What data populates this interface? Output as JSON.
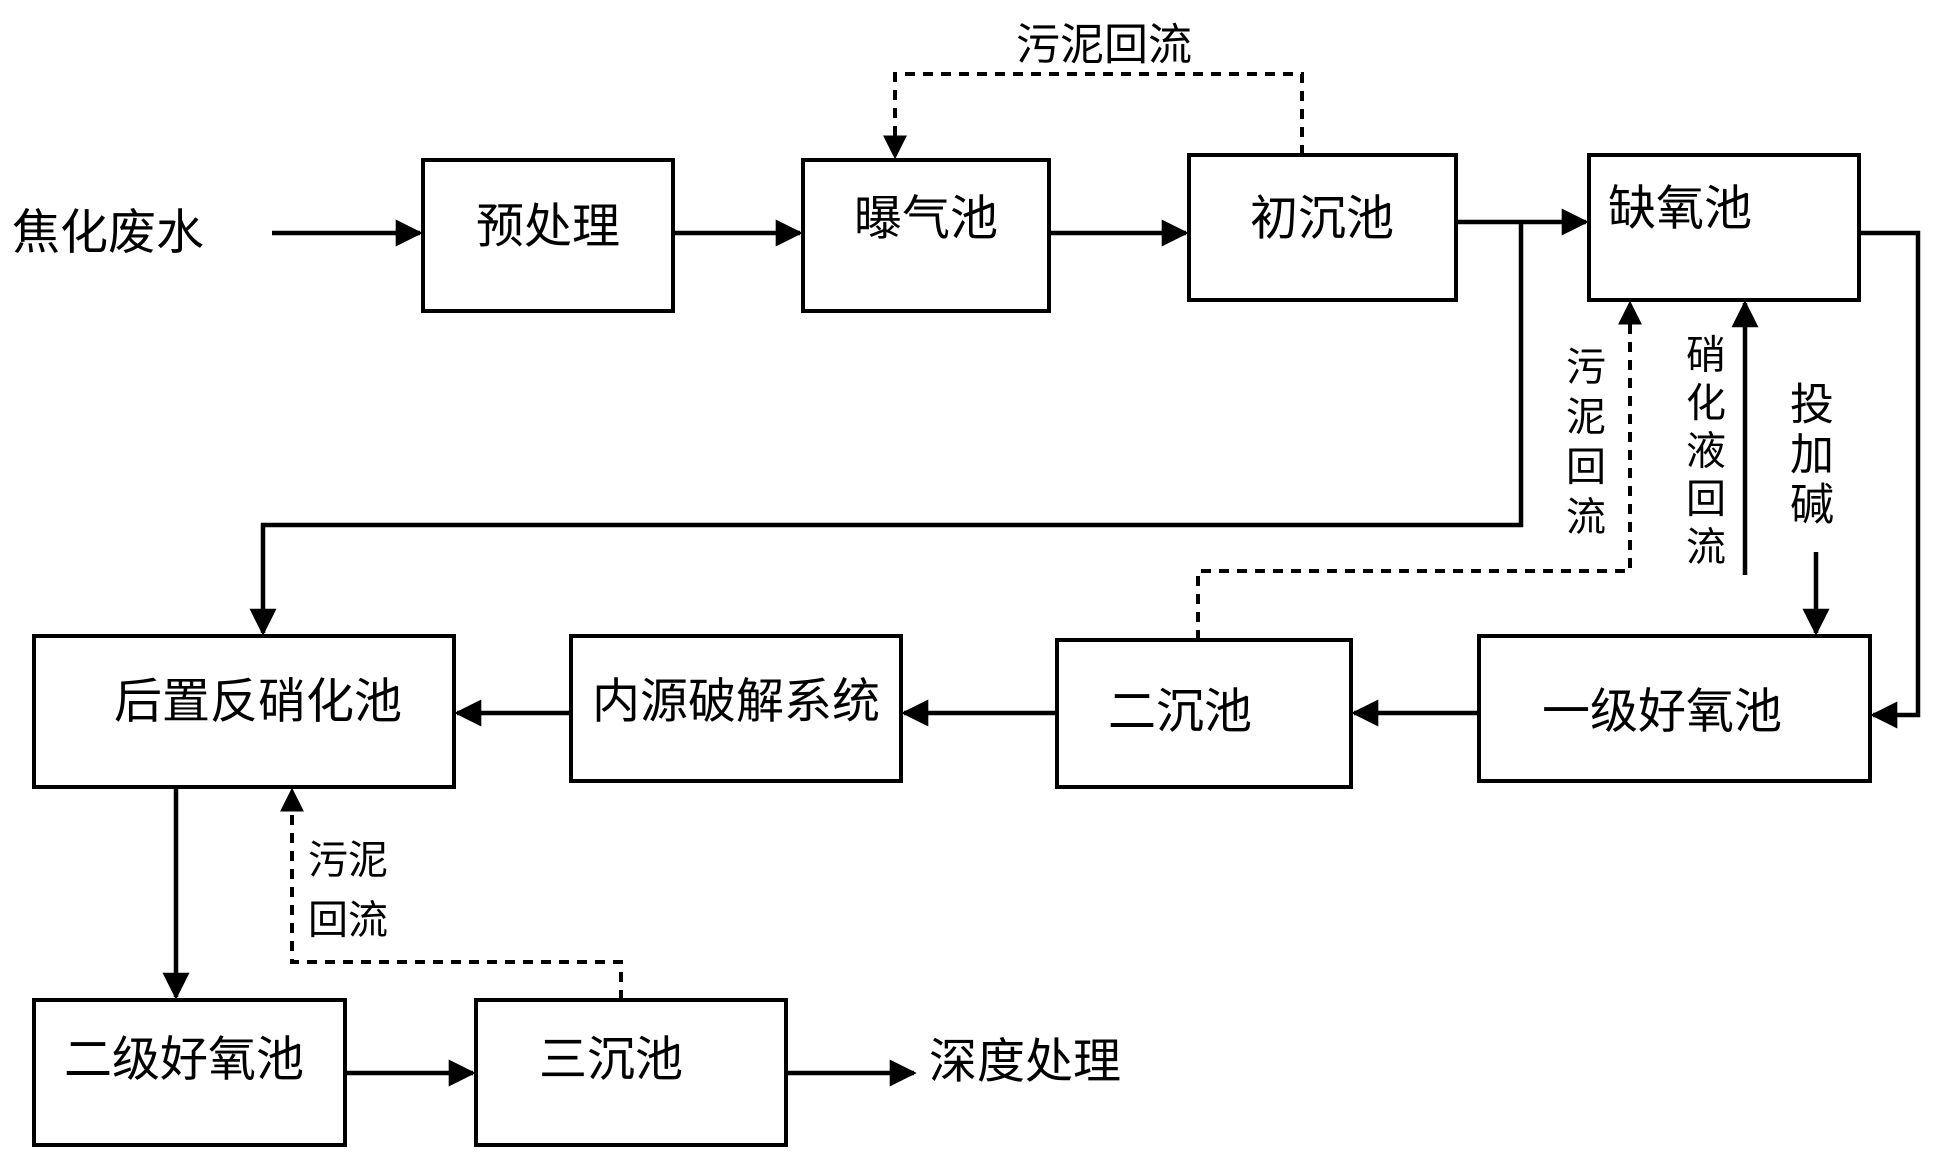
{
  "nodes": {
    "input": "焦化废水",
    "pretreatment": "预处理",
    "aeration": "曝气池",
    "primary_settling": "初沉池",
    "anoxic": "缺氧池",
    "aerobic_1": "一级好氧池",
    "secondary_settling": "二沉池",
    "internal_source": "内源破解系统",
    "post_denitrification": "后置反硝化池",
    "aerobic_2": "二级好氧池",
    "tertiary_settling": "三沉池",
    "advanced": "深度处理"
  },
  "labels": {
    "sludge_return_top": "污泥回流",
    "sludge_return_mid": [
      "污",
      "泥",
      "回",
      "流"
    ],
    "nitrate_return": [
      "硝",
      "化",
      "液",
      "回",
      "流"
    ],
    "alkali_dosing": [
      "投",
      "加",
      "碱"
    ],
    "sludge_return_bottom": [
      "污泥",
      "回流"
    ]
  }
}
